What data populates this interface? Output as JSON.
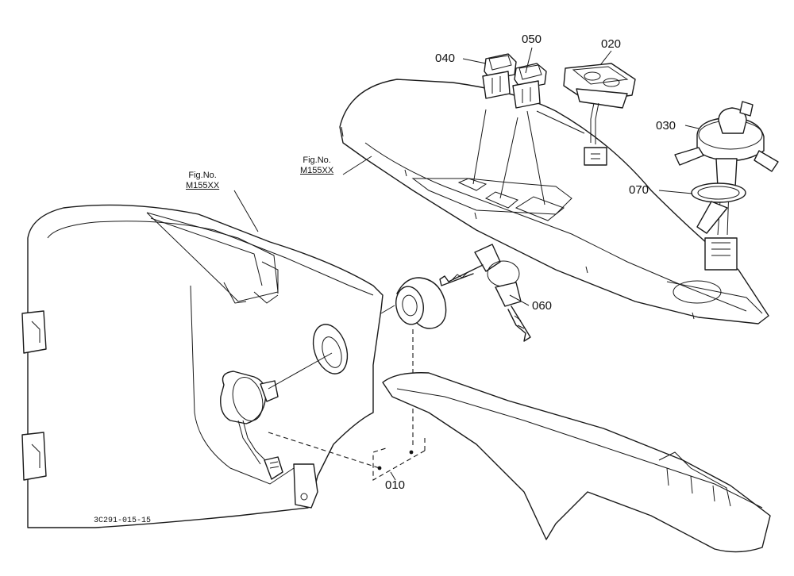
{
  "callouts": {
    "p010": "010",
    "p020": "020",
    "p030": "030",
    "p040": "040",
    "p050": "050",
    "p060": "060",
    "p070": "070"
  },
  "fig_refs": [
    {
      "title": "Fig.No.",
      "code": "M155XX"
    },
    {
      "title": "Fig.No.",
      "code": "M155XX"
    }
  ],
  "drawing_code": "3C291-015-15"
}
